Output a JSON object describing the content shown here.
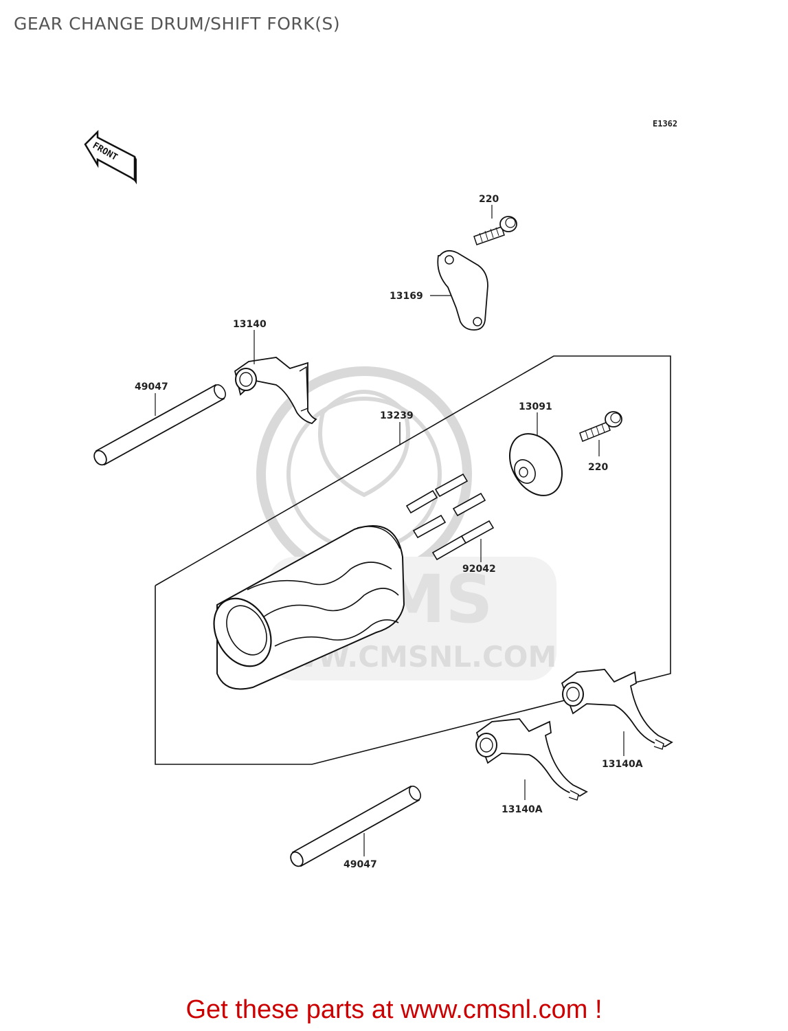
{
  "title": "GEAR CHANGE DRUM/SHIFT FORK(S)",
  "diagram_code": "E1362",
  "front_arrow_label": "FRONT",
  "watermark": {
    "brand": "CMS",
    "url": "WWW.CMSNL.COM"
  },
  "parts": {
    "bolt_top": "220",
    "plate": "13169",
    "fork_upper": "13140",
    "shaft_upper": "49047",
    "drum": "13239",
    "cam_plate": "13091",
    "bolt_right": "220",
    "pins": "92042",
    "fork_lower_right": "13140A",
    "fork_lower_left": "13140A",
    "shaft_lower": "49047"
  },
  "footer": {
    "text": "Get these parts at www.cmsnl.com !"
  },
  "colors": {
    "footer_text": "#cc0000",
    "title_text": "#555555",
    "line_art": "#111111",
    "watermark": "#d9d9d9"
  }
}
